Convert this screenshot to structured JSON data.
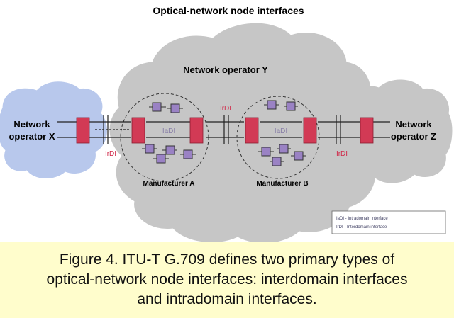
{
  "title": "Optical-network node interfaces",
  "operators": {
    "x": [
      "Network",
      "operator X"
    ],
    "y": "Network operator Y",
    "z": [
      "Network",
      "operator Z"
    ]
  },
  "manufacturers": {
    "a": "Manufacturer A",
    "b": "Manufacturer B"
  },
  "interface_labels": {
    "irdi_left": "IrDI",
    "irdi_middle": "IrDI",
    "irdi_right": "IrDI",
    "iadi_a": "IaDI",
    "iadi_b": "IaDI"
  },
  "legend": {
    "line1": "IaDI - Intradomain interface",
    "line2": "IrDI - Interdomain interface"
  },
  "caption": [
    "Figure 4. ITU-T G.709 defines two primary types of",
    "optical-network node interfaces: interdomain interfaces",
    "and intradomain interfaces."
  ],
  "colors": {
    "cloud_x": "#b8c8ec",
    "cloud_y": "#c6c6c6",
    "cloud_z": "#c6c6c6",
    "interface_box": "#d23a55",
    "node_box": "#9a82c4",
    "irdi_text": "#d02a4a",
    "caption_bg": "#fffdcc"
  }
}
